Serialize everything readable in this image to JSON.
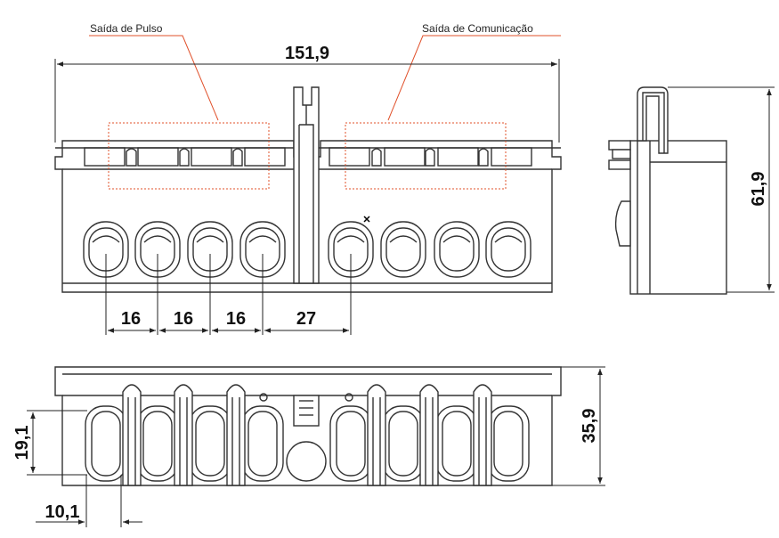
{
  "labels": {
    "pulse_output": "Saída de Pulso",
    "comm_output": "Saída de Comunicação"
  },
  "dimensions": {
    "overall_width": "151,9",
    "overall_height": "61,9",
    "depth": "35,9",
    "spacing_1": "16",
    "spacing_2": "16",
    "spacing_3": "16",
    "spacing_4": "27",
    "slot_height": "19,1",
    "slot_width": "10,1"
  },
  "colors": {
    "leader": "#e0502a",
    "outline": "#333333"
  }
}
